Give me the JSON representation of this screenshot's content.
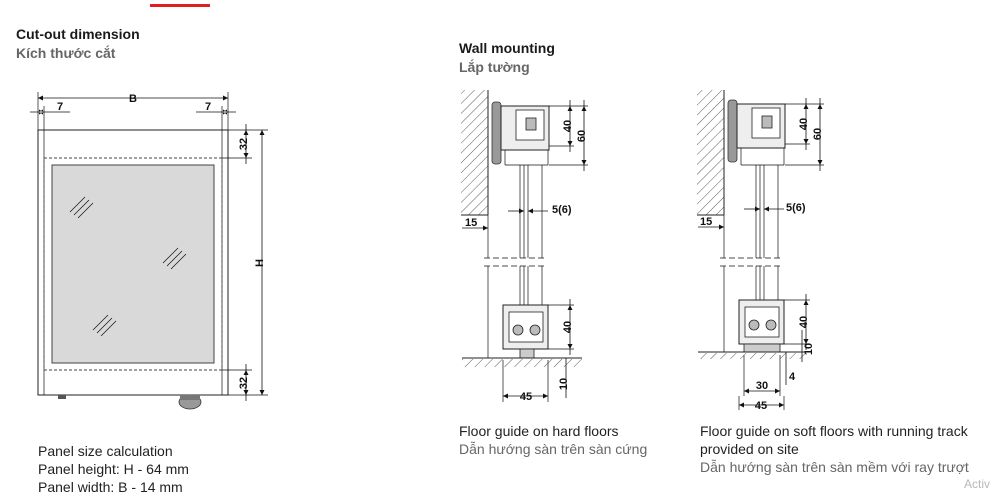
{
  "header": {
    "accent_color": "#e02020"
  },
  "cutout": {
    "title": "Cut-out dimension",
    "subtitle": "Kích thước cắt",
    "dims": {
      "left_margin": "7",
      "width": "B",
      "right_margin": "7",
      "top": "32",
      "height": "H",
      "bottom": "32"
    },
    "calc": {
      "line1": "Panel size calculation",
      "line2": "Panel height: H - 64 mm",
      "line3": "Panel width: B - 14 mm"
    }
  },
  "wall": {
    "title": "Wall mounting",
    "subtitle": "Lắp tường",
    "hard": {
      "dim_40_top": "40",
      "dim_60": "60",
      "dim_5": "5(6)",
      "dim_15": "15",
      "dim_40_bottom": "40",
      "dim_10": "10",
      "dim_45": "45",
      "caption_en": "Floor guide on hard floors",
      "caption_vi": "Dẫn hướng sàn trên sàn cứng"
    },
    "soft": {
      "dim_40_top": "40",
      "dim_60": "60",
      "dim_5": "5(6)",
      "dim_15": "15",
      "dim_40_bottom": "40",
      "dim_10": "10",
      "dim_4": "4",
      "dim_30": "30",
      "dim_45": "45",
      "caption_en_1": "Floor guide on soft floors with running track",
      "caption_en_2": "provided on site",
      "caption_vi": "Dẫn hướng sàn trên sàn mềm với ray trượt"
    }
  },
  "watermark": "Activ"
}
